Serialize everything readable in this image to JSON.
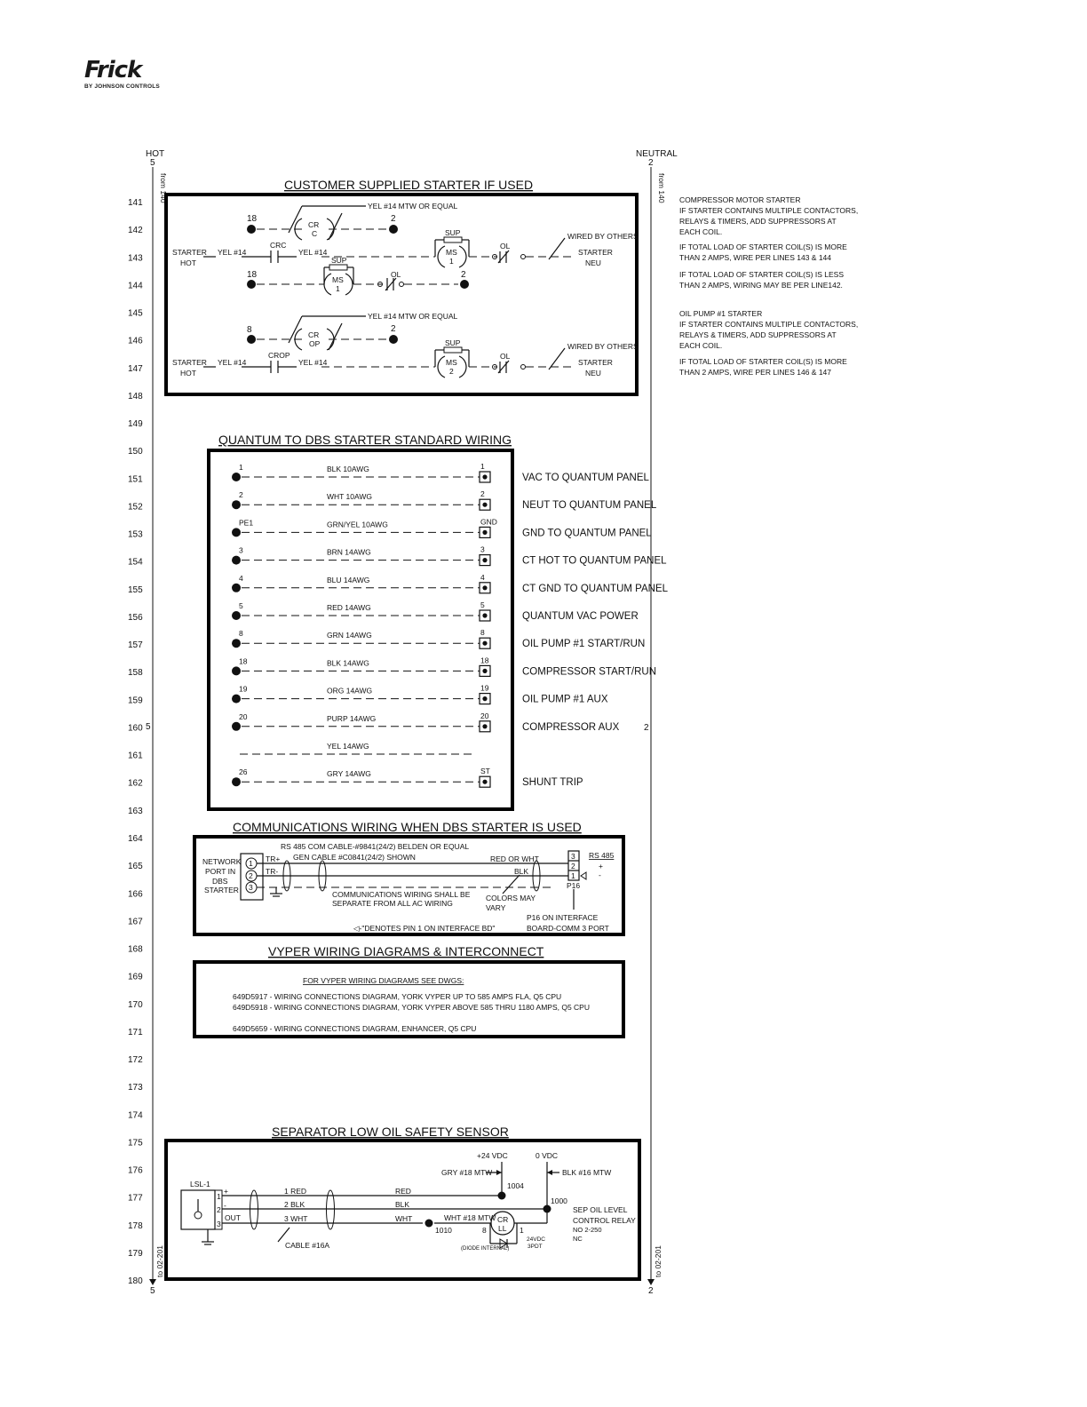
{
  "logo": {
    "brand": "Frick",
    "sub": "BY JOHNSON CONTROLS"
  },
  "rails": {
    "hot_label": "HOT",
    "hot_num": "5",
    "neutral_label": "NEUTRAL",
    "neutral_num": "2",
    "from_left": "from 140",
    "from_right": "from 140",
    "to_left": "to 02-201",
    "to_right": "to 02-201",
    "mid_left": "5",
    "mid_right": "2",
    "bottom_left": "5",
    "bottom_right": "2"
  },
  "line_numbers": [
    "141",
    "142",
    "143",
    "144",
    "145",
    "146",
    "147",
    "148",
    "149",
    "150",
    "151",
    "152",
    "153",
    "154",
    "155",
    "156",
    "157",
    "158",
    "159",
    "160",
    "161",
    "162",
    "163",
    "164",
    "165",
    "166",
    "167",
    "168",
    "169",
    "170",
    "171",
    "172",
    "173",
    "174",
    "175",
    "176",
    "177",
    "178",
    "179",
    "180"
  ],
  "starter": {
    "title": "CUSTOMER SUPPLIED STARTER IF USED",
    "node18a": "18",
    "node2a": "2",
    "cr_c": "CR",
    "cr_c2": "C",
    "yel_note1": "YEL #14 MTW OR EQUAL",
    "starter_hot1": "STARTER",
    "starter_hot1b": "HOT",
    "yel1": "YEL #14",
    "crc": "CRC",
    "yel2": "YEL #14",
    "sup1": "SUP",
    "ms1": "MS",
    "ms1n": "1",
    "ol1": "OL",
    "wired1": "WIRED BY OTHERS",
    "starter_neu1": "STARTER",
    "starter_neu1b": "NEU",
    "node18b": "18",
    "sup2": "SUP",
    "ms2": "MS",
    "ms2n": "1",
    "ol2": "OL",
    "node2b": "2",
    "node8": "8",
    "node2c": "2",
    "cr_op": "CR",
    "cr_op2": "OP",
    "yel_note2": "YEL #14 MTW OR EQUAL",
    "starter_hot2": "STARTER",
    "starter_hot2b": "HOT",
    "yel3": "YEL #14",
    "crop": "CROP",
    "yel4": "YEL #14",
    "sup3": "SUP",
    "ms3": "MS",
    "ms3n": "2",
    "ol3": "OL",
    "wired2": "WIRED BY OTHERS",
    "starter_neu2": "STARTER",
    "starter_neu2b": "NEU"
  },
  "notes": {
    "n1": [
      "COMPRESSOR MOTOR STARTER",
      "IF STARTER CONTAINS MULTIPLE CONTACTORS,",
      "RELAYS & TIMERS, ADD SUPPRESSORS AT",
      "EACH COIL."
    ],
    "n2": [
      "IF TOTAL LOAD OF STARTER COIL(S) IS MORE",
      "THAN 2 AMPS, WIRE PER LINES 143 & 144"
    ],
    "n3": [
      "IF TOTAL LOAD OF STARTER COIL(S) IS LESS",
      "THAN 2 AMPS, WIRING MAY BE PER LINE142."
    ],
    "n4": [
      "OIL PUMP #1 STARTER",
      "IF STARTER CONTAINS MULTIPLE CONTACTORS,",
      "RELAYS & TIMERS, ADD SUPPRESSORS AT",
      "EACH COIL."
    ],
    "n5": [
      "IF TOTAL LOAD OF STARTER COIL(S) IS MORE",
      "THAN 2 AMPS, WIRE PER LINES 146 & 147"
    ]
  },
  "quantum": {
    "title": "QUANTUM TO DBS STARTER STANDARD WIRING",
    "rows": [
      {
        "left": "1",
        "wire": "BLK 10AWG",
        "right": "1",
        "desc": "VAC TO QUANTUM PANEL"
      },
      {
        "left": "2",
        "wire": "WHT 10AWG",
        "right": "2",
        "desc": "NEUT TO QUANTUM PANEL"
      },
      {
        "left": "PE1",
        "wire": "GRN/YEL 10AWG",
        "right": "GND",
        "desc": "GND TO QUANTUM PANEL"
      },
      {
        "left": "3",
        "wire": "BRN 14AWG",
        "right": "3",
        "desc": "CT HOT TO QUANTUM PANEL"
      },
      {
        "left": "4",
        "wire": "BLU 14AWG",
        "right": "4",
        "desc": "CT GND TO QUANTUM PANEL"
      },
      {
        "left": "5",
        "wire": "RED 14AWG",
        "right": "5",
        "desc": "QUANTUM VAC POWER"
      },
      {
        "left": "8",
        "wire": "GRN 14AWG",
        "right": "8",
        "desc": "OIL PUMP #1 START/RUN"
      },
      {
        "left": "18",
        "wire": "BLK 14AWG",
        "right": "18",
        "desc": "COMPRESSOR START/RUN"
      },
      {
        "left": "19",
        "wire": "ORG 14AWG",
        "right": "19",
        "desc": "OIL PUMP #1 AUX"
      },
      {
        "left": "20",
        "wire": "PURP 14AWG",
        "right": "20",
        "desc": "COMPRESSOR AUX"
      },
      {
        "left": "",
        "wire": "YEL 14AWG",
        "right": "",
        "desc": ""
      },
      {
        "left": "26",
        "wire": "GRY 14AWG",
        "right": "ST",
        "desc": "SHUNT TRIP"
      }
    ]
  },
  "comms": {
    "title": "COMMUNICATIONS WIRING WHEN DBS STARTER IS USED",
    "cable1": "RS 485 COM CABLE-#9841(24/2) BELDEN OR EQUAL",
    "cable2": "GEN CABLE #C0841(24/2) SHOWN",
    "network": [
      "NETWORK",
      "PORT IN",
      "DBS",
      "STARTER"
    ],
    "p1": "1",
    "p2": "2",
    "p3": "3",
    "trp": "TR+",
    "trm": "TR-",
    "red_wht": "RED OR WHT",
    "blk": "BLK",
    "sep1": "COMMUNICATIONS WIRING SHALL BE",
    "sep2": "SEPARATE FROM ALL AC WIRING",
    "colors1": "COLORS MAY",
    "colors2": "VARY",
    "t3": "3",
    "t2": "2",
    "t1": "1",
    "p16": "P16",
    "rs485": "RS 485",
    "plus": "+",
    "minus": "-",
    "p16_1": "P16 ON INTERFACE",
    "p16_2": "BOARD-COMM 3 PORT",
    "denotes": "◁-\"DENOTES PIN 1 ON INTERFACE BD\""
  },
  "vyper": {
    "title": "VYPER WIRING DIAGRAMS & INTERCONNECT",
    "head": "FOR VYPER WIRING DIAGRAMS SEE DWGS:",
    "l1": "649D5917 - WIRING CONNECTIONS DIAGRAM, YORK VYPER UP TO 585 AMPS FLA, Q5 CPU",
    "l2": "649D5918 - WIRING CONNECTIONS DIAGRAM, YORK VYPER ABOVE 585 THRU 1180 AMPS, Q5 CPU",
    "l3": "649D5659 - WIRING CONNECTIONS DIAGRAM, ENHANCER, Q5 CPU"
  },
  "separator": {
    "title": "SEPARATOR LOW OIL SAFETY SENSOR",
    "v24": "+24 VDC",
    "v0": "0 VDC",
    "gry": "GRY #18 MTW",
    "blk": "BLK #16 MTW",
    "n1004": "1004",
    "n1000": "1000",
    "n1010": "1010",
    "lsl": "LSL-1",
    "plus": "+",
    "minus": "-",
    "out": "OUT",
    "pin1": "1",
    "pin2": "2",
    "pin3": "3",
    "w1": "1 RED",
    "w2": "2 BLK",
    "w3": "3 WHT",
    "red": "RED",
    "blkw": "BLK",
    "wht": "WHT",
    "cable": "CABLE #16A",
    "wht18": "WHT #18 MTW",
    "cr": "CR",
    "ll": "LL",
    "p8": "8",
    "p1": "1",
    "diode": "(DIODE INTERNAL)",
    "v24ac1": "24VDC",
    "v24ac2": "3PDT",
    "relay1": "SEP OIL LEVEL",
    "relay2": "CONTROL RELAY",
    "relay3": "NO 2-250",
    "relay4": "NC"
  }
}
